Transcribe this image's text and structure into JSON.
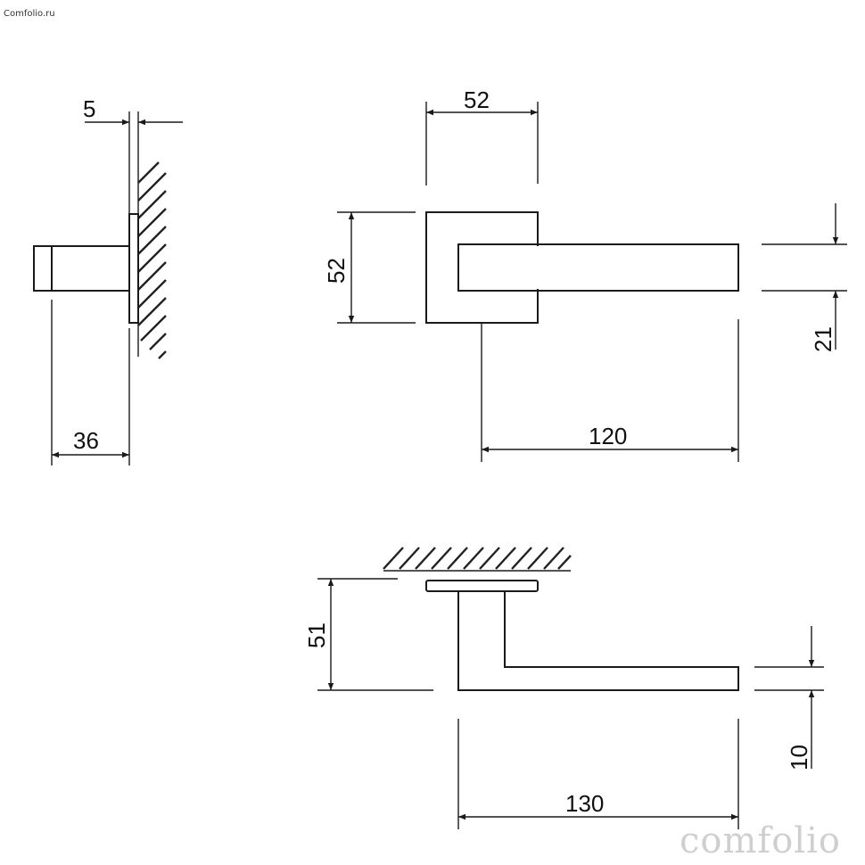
{
  "watermark": {
    "small": "Comfolio.ru",
    "big": "comfolio"
  },
  "side_view": {
    "thickness_label": "5",
    "depth_label": "36"
  },
  "front_view": {
    "rose_width_label": "52",
    "rose_height_label": "52",
    "lever_width_label": "21",
    "lever_length_label": "120"
  },
  "top_view": {
    "projection_label": "51",
    "lever_thickness_label": "10",
    "overall_length_label": "130"
  },
  "colors": {
    "line": "#1a1a1a",
    "watermark": "#cfcfcf"
  }
}
